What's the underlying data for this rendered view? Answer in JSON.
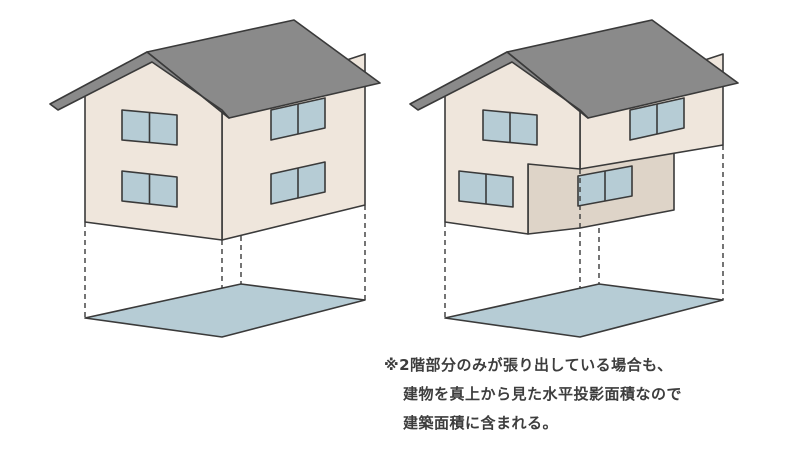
{
  "note": {
    "lines": [
      "※2階部分のみが張り出している場合も、",
      "建物を真上から見た水平投影面積なので",
      "建築面積に含まれる。"
    ]
  },
  "colors": {
    "outline": "#3a3a3a",
    "roof": "#8a8a8a",
    "wall_light": "#efe6dc",
    "wall_shadow": "#ded4c8",
    "window_glass": "#b6ccd5",
    "footprint": "#b6ccd5",
    "text": "#3d3d3d"
  }
}
